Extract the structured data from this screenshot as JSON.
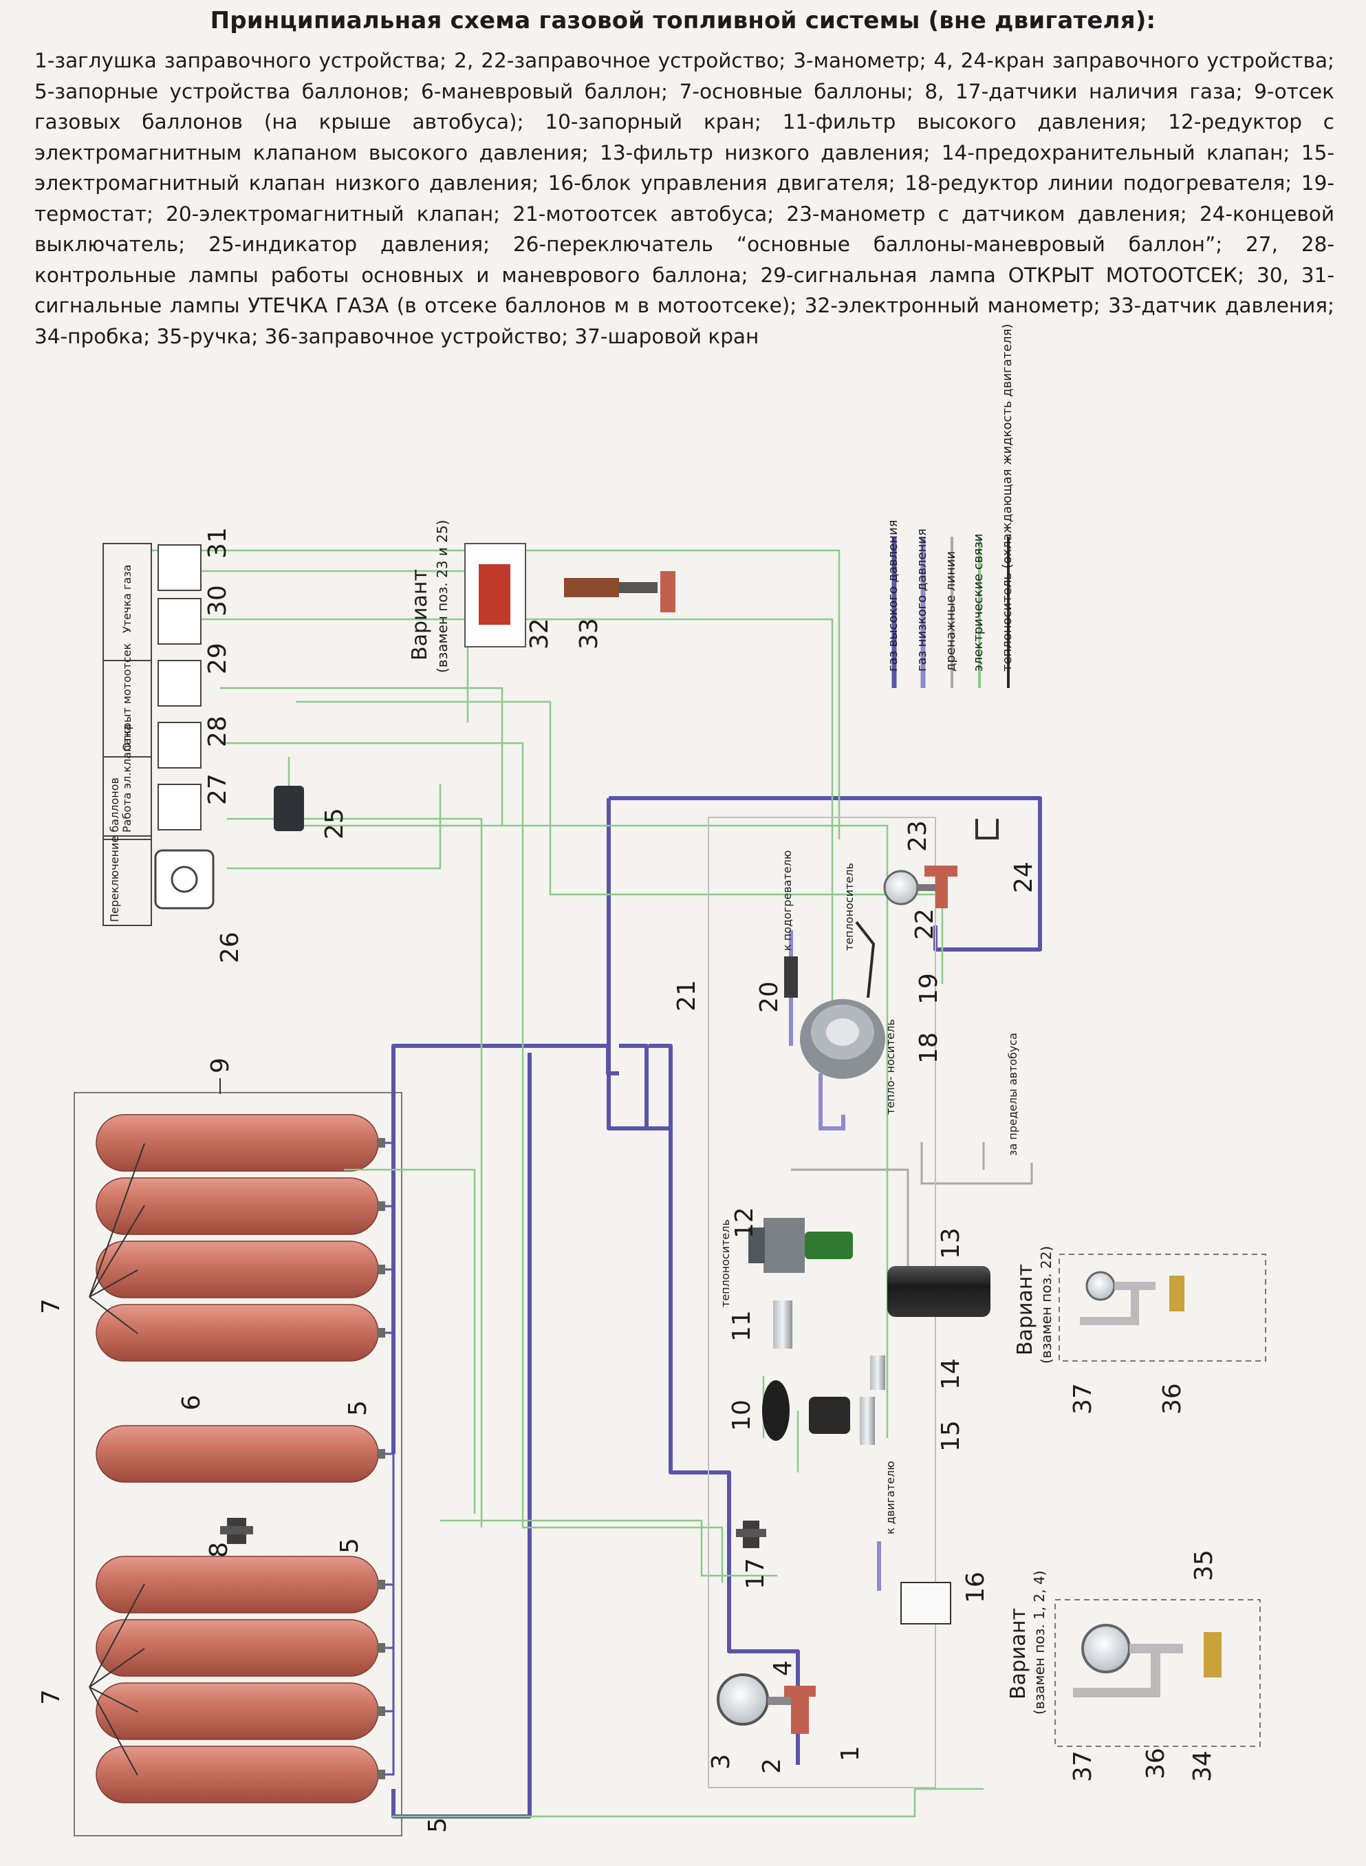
{
  "title": "Принципиальная схема газовой топливной системы (вне двигателя):",
  "legend_paragraph": "1-заглушка заправочного устройства; 2, 22-заправочное устройство; 3-манометр; 4, 24-кран заправочного устройства; 5-запорные устройства баллонов; 6-маневровый баллон; 7-основные баллоны; 8, 17-датчики наличия газа; 9-отсек газовых баллонов (на крыше автобуса); 10-запорный кран; 11-фильтр высокого давления; 12-редуктор с электромагнитным клапаном высокого давления; 13-фильтр низкого давления; 14-предохранительный клапан; 15-электромагнитный клапан низкого давления; 16-блок управления двигателя; 18-редуктор линии подогревателя; 19-термостат; 20-электромагнитный клапан; 21-мотоотсек автобуса; 23-манометр с датчиком давления; 24-концевой выключатель; 25-индикатор давления; 26-переключатель “основные баллоны-маневровый баллон”; 27, 28-контрольные лампы работы основных и маневрового баллона; 29-сигнальная лампа ОТКРЫТ МОТООТСЕК; 30, 31-сигнальные лампы УТЕЧКА ГАЗА (в отсеке баллонов м в мотоотсеке); 32-электронный манометр; 33-датчик давления; 34-пробка; 35-ручка; 36-заправочное устройство; 37-шаровой кран",
  "line_legend": [
    {
      "label": "газ высокого давления",
      "color": "#5a55a8"
    },
    {
      "label": "газ низкого давления",
      "color": "#8f8ad0"
    },
    {
      "label": "дренажные линии",
      "color": "#a9a9a9"
    },
    {
      "label": "электрические связи",
      "color": "#8cc98a"
    },
    {
      "label": "теплоноситель (охлаждающая жидкость двигателя)",
      "color": "#2a2a2a"
    }
  ],
  "panel_labels": {
    "p26": "Переключение баллонов",
    "p27_28": "Работа эл.клапана",
    "p29": "Открыт мотоотсек",
    "p30_31": "Утечка газа"
  },
  "variant_top": {
    "title": "Вариант",
    "sub": "(взамен поз. 23 и 25)"
  },
  "variant_mid": {
    "title": "Вариант",
    "sub": "(взамен поз. 22)"
  },
  "variant_bot": {
    "title": "Вариант",
    "sub": "(взамен поз. 1, 2, 4)"
  },
  "annotations": {
    "to_heater": "к подогревателю",
    "coolant": "теплоноситель",
    "coolant_split": "тепло- носитель",
    "beyond_bus": "за пределы автобуса",
    "to_engine": "к двигателю",
    "coolant12": "теплоноситель"
  },
  "numbers": {
    "n1": "1",
    "n2": "2",
    "n3": "3",
    "n4": "4",
    "n5a": "5",
    "n5b": "5",
    "n5c": "5",
    "n6": "6",
    "n7a": "7",
    "n7b": "7",
    "n8": "8",
    "n9": "9",
    "n10": "10",
    "n11": "11",
    "n12": "12",
    "n13": "13",
    "n14": "14",
    "n15": "15",
    "n16": "16",
    "n17": "17",
    "n18": "18",
    "n19": "19",
    "n20": "20",
    "n21": "21",
    "n22": "22",
    "n23": "23",
    "n24": "24",
    "n25": "25",
    "n26": "26",
    "n27": "27",
    "n28": "28",
    "n29": "29",
    "n30": "30",
    "n31": "31",
    "n32": "32",
    "n33": "33",
    "n34": "34",
    "n35": "35",
    "n36a": "36",
    "n36b": "36",
    "n37a": "37",
    "n37b": "37"
  },
  "colors": {
    "cylinder": "#c5695a",
    "high_pressure": "#5a55a8",
    "low_pressure": "#8f8ad0",
    "drain": "#a9a9a9",
    "electric": "#8cc98a",
    "coolant": "#2a2a2a"
  }
}
